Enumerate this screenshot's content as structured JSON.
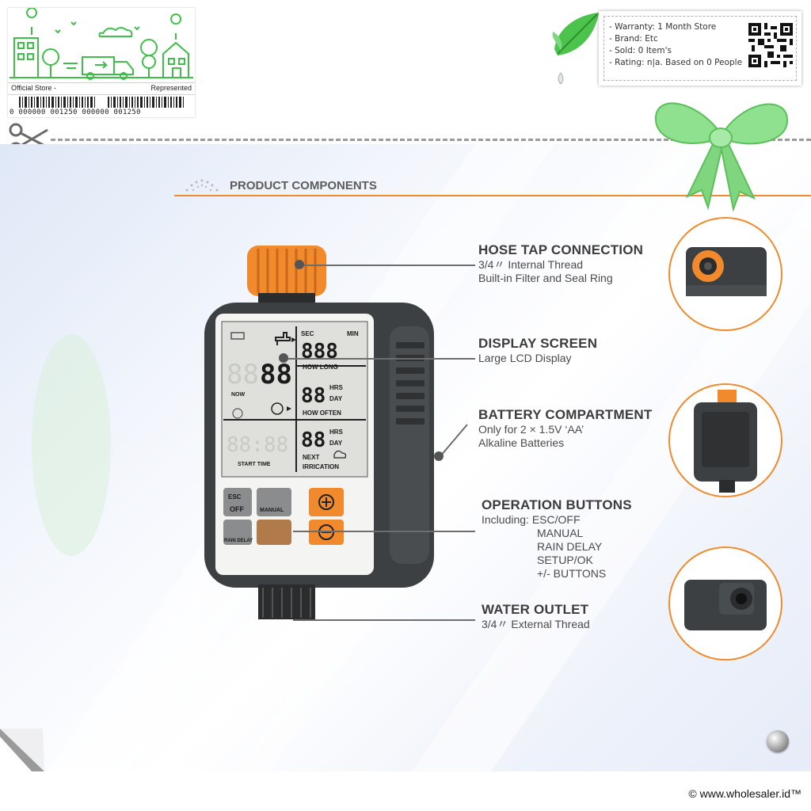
{
  "store": {
    "left_label": "Official Store -",
    "right_label": "Represented",
    "barcode_numbers": "0 000000 001250  000000 001250"
  },
  "info": {
    "items": [
      "- Warranty: 1 Month Store",
      "- Brand: Etc",
      "- Sold: 0 Item's",
      "- Rating: n|a. Based on 0 People"
    ]
  },
  "section": {
    "title": "PRODUCT COMPONENTS"
  },
  "components": [
    {
      "title": "HOSE TAP CONNECTION",
      "lines": [
        "3/4〃 Internal Thread",
        "Built-in Filter and Seal Ring"
      ]
    },
    {
      "title": "DISPLAY SCREEN",
      "lines": [
        "Large LCD Display"
      ]
    },
    {
      "title": "BATTERY COMPARTMENT",
      "lines": [
        "Only for 2 × 1.5V ‘AA’",
        "Alkaline Batteries"
      ]
    },
    {
      "title": "OPERATION BUTTONS",
      "lines": [
        "Including: ESC/OFF",
        "MANUAL",
        "RAIN DELAY",
        "SETUP/OK",
        "+/- BUTTONS"
      ]
    },
    {
      "title": "WATER OUTLET",
      "lines": [
        "3/4〃 External Thread"
      ]
    }
  ],
  "lcd": {
    "sec": "SEC",
    "min": "MIN",
    "how_long": "HOW LONG",
    "now": "NOW",
    "hrs": "HRS",
    "day": "DAY",
    "how_often": "HOW OFTEN",
    "start_time": "START TIME",
    "next": "NEXT",
    "irrigation": "IRRICATION",
    "big_digits": "88",
    "small_digits": "888",
    "clock_dim": "88:",
    "start_digits": "88:88"
  },
  "buttons": {
    "esc": "ESC",
    "off": "OFF",
    "manual": "MANUAL",
    "rain_delay": "RAIN DELAY"
  },
  "footer": {
    "copyright": "© www.wholesaler.id™"
  },
  "colors": {
    "accent": "#f08a2c",
    "body": "#3d4042",
    "green": "#3fbf4a"
  }
}
